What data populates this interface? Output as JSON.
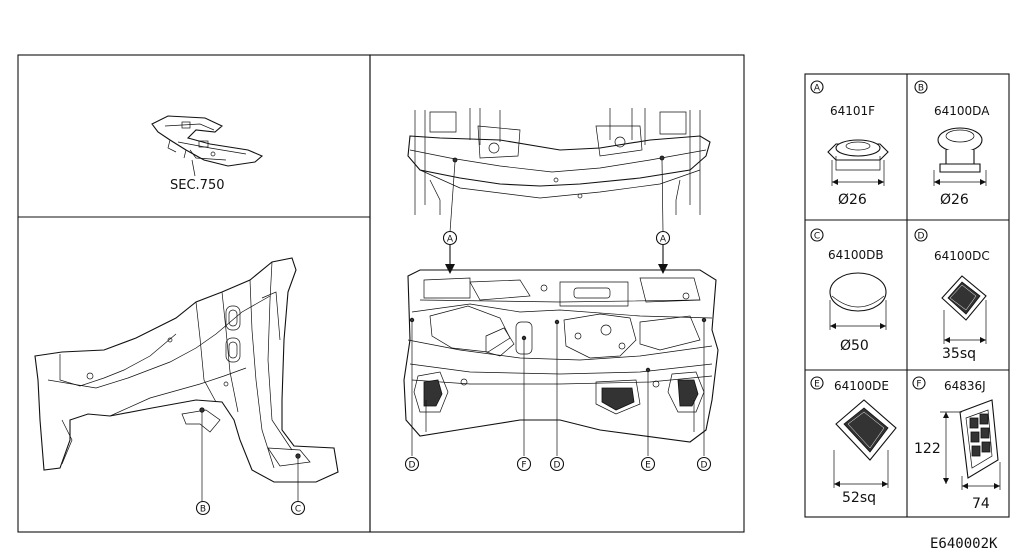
{
  "diagram": {
    "section_ref": "SEC.750",
    "callout_letters": [
      "A",
      "B",
      "C",
      "D",
      "E",
      "F"
    ],
    "parts": [
      {
        "letter": "A",
        "part_no": "64101F",
        "dimension": "Ø26"
      },
      {
        "letter": "B",
        "part_no": "64100DA",
        "dimension": "Ø26"
      },
      {
        "letter": "C",
        "part_no": "64100DB",
        "dimension": "Ø50"
      },
      {
        "letter": "D",
        "part_no": "64100DC",
        "dimension": "35sq"
      },
      {
        "letter": "E",
        "part_no": "64100DE",
        "dimension": "52sq"
      },
      {
        "letter": "F",
        "part_no": "64836J",
        "dimension_h": "122",
        "dimension_w": "74"
      }
    ],
    "drawing_id": "E640002K"
  }
}
